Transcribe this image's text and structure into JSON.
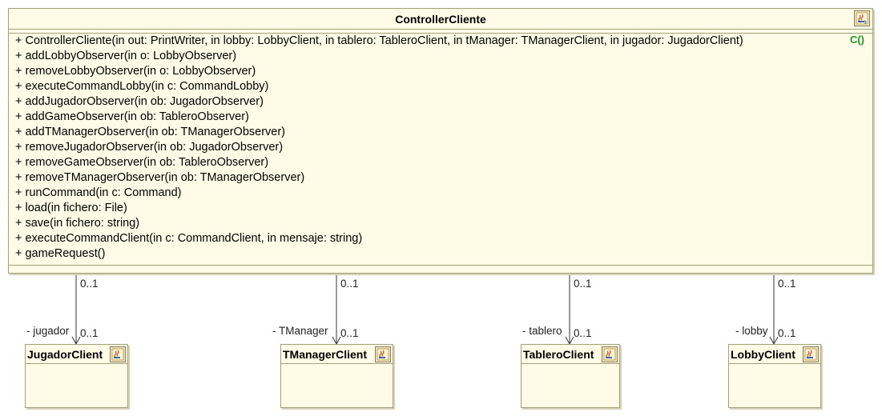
{
  "main_class": {
    "name": "ControllerCliente",
    "stereotype": "C()",
    "operations": [
      "+ ControllerCliente(in out: PrintWriter, in lobby: LobbyClient, in tablero: TableroClient, in tManager: TManagerClient, in jugador: JugadorClient)",
      "+ addLobbyObserver(in o: LobbyObserver)",
      "+ removeLobbyObserver(in o: LobbyObserver)",
      "+ executeCommandLobby(in c: CommandLobby)",
      "+ addJugadorObserver(in ob: JugadorObserver)",
      "+ addGameObserver(in ob: TableroObserver)",
      "+ addTManagerObserver(in ob: TManagerObserver)",
      "+ removeJugadorObserver(in ob: JugadorObserver)",
      "+ removeGameObserver(in ob: TableroObserver)",
      "+ removeTManagerObserver(in ob: TManagerObserver)",
      "+ runCommand(in c: Command)",
      "+ load(in fichero: File)",
      "+ save(in fichero: string)",
      "+ executeCommandClient(in c: CommandClient, in mensaje: string)",
      "+ gameRequest()"
    ]
  },
  "associations": [
    {
      "target": "JugadorClient",
      "role": "- jugador",
      "source_mult": "0..1",
      "target_mult": "0..1"
    },
    {
      "target": "TManagerClient",
      "role": "- TManager",
      "source_mult": "0..1",
      "target_mult": "0..1"
    },
    {
      "target": "TableroClient",
      "role": "- tablero",
      "source_mult": "0..1",
      "target_mult": "0..1"
    },
    {
      "target": "LobbyClient",
      "role": "- lobby",
      "source_mult": "0..1",
      "target_mult": "0..1"
    }
  ],
  "colors": {
    "class_fill": "#fefbe6",
    "class_border": "#a79f7a",
    "stereotype": "#1a9a1a"
  },
  "icons": [
    "java-class-icon"
  ]
}
